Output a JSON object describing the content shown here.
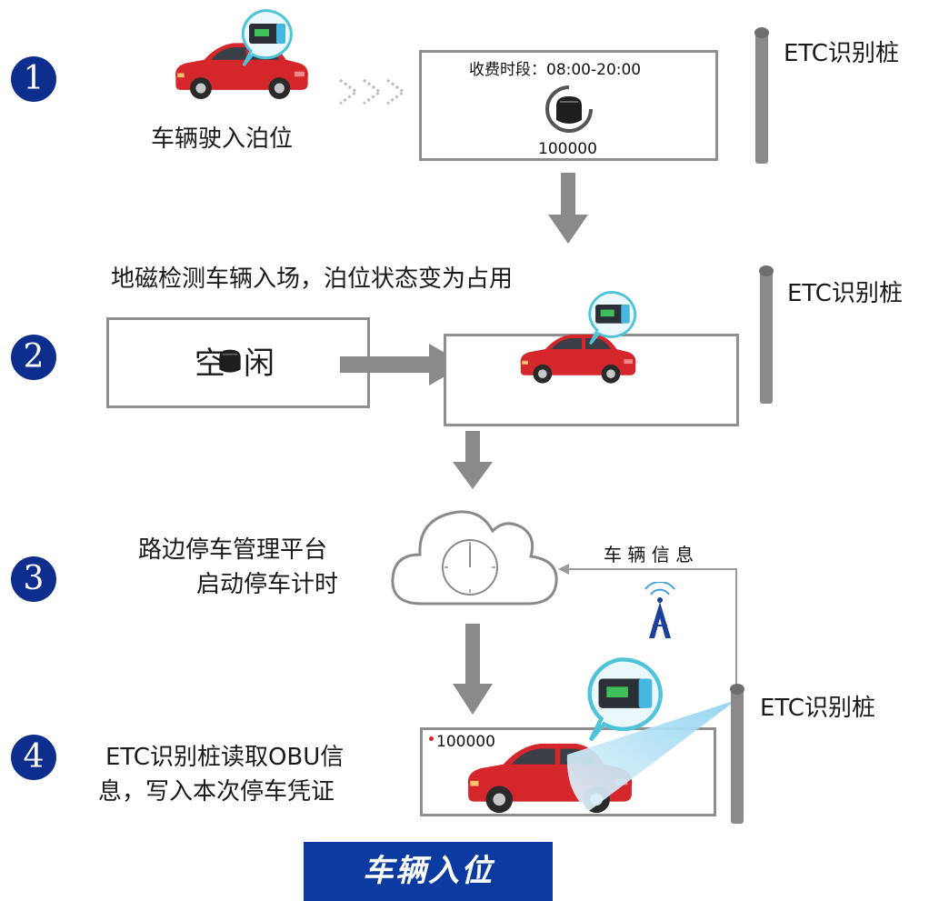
{
  "steps": [
    {
      "number": "1",
      "caption": "车辆驶入泊位"
    },
    {
      "number": "2",
      "caption": "地磁检测车辆入场，泊位状态变为占用"
    },
    {
      "number": "3",
      "caption_line1": "路边停车管理平台",
      "caption_line2": "启动停车计时"
    },
    {
      "number": "4",
      "caption_line1": "ETC识别桩读取OBU信",
      "caption_line2": "息，写入本次停车凭证"
    }
  ],
  "pole_label": "ETC识别桩",
  "step1_box": {
    "fee_period": "收费时段：08:00-20:00",
    "code": "100000"
  },
  "step2_box": {
    "status_left": "空",
    "status_right": "闲"
  },
  "step3": {
    "vehicle_info": "车 辆 信 息"
  },
  "step4_box": {
    "code": "100000"
  },
  "banner": "车辆入位",
  "colors": {
    "circle": "#0d2e8c",
    "banner": "#0b3aa0",
    "car": "#d4262b",
    "obu_bubble": "#4fc3d9",
    "gray": "#8f8f8f"
  }
}
